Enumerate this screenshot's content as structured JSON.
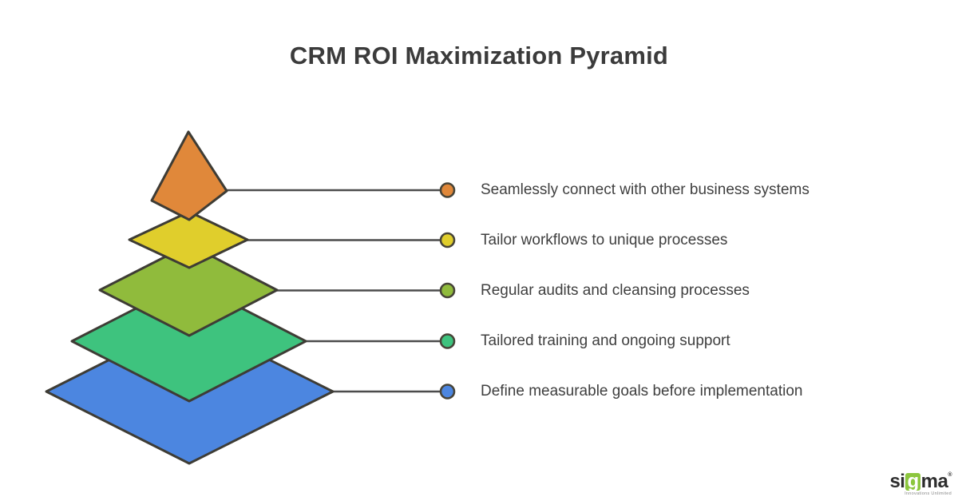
{
  "title": "CRM ROI Maximization Pyramid",
  "pyramid": {
    "stroke_color": "#3E3C35",
    "connector_color": "#4C4C4C",
    "dot_stroke_color": "#474438",
    "layers": [
      {
        "label": "Seamlessly connect with other business systems",
        "color": "#E0883A"
      },
      {
        "label": "Tailor workflows to unique processes",
        "color": "#E0CE2C"
      },
      {
        "label": "Regular audits and cleansing processes",
        "color": "#90BB3C"
      },
      {
        "label": "Tailored training and ongoing support",
        "color": "#3EC37E"
      },
      {
        "label": "Define measurable goals before implementation",
        "color": "#4C86E0"
      }
    ]
  },
  "logo": {
    "brand_prefix": "si",
    "brand_accent_letter": "g",
    "brand_suffix": "ma",
    "registered_mark": "®",
    "tagline": "Innovations Unlimited",
    "accent_color": "#8CC63E"
  }
}
